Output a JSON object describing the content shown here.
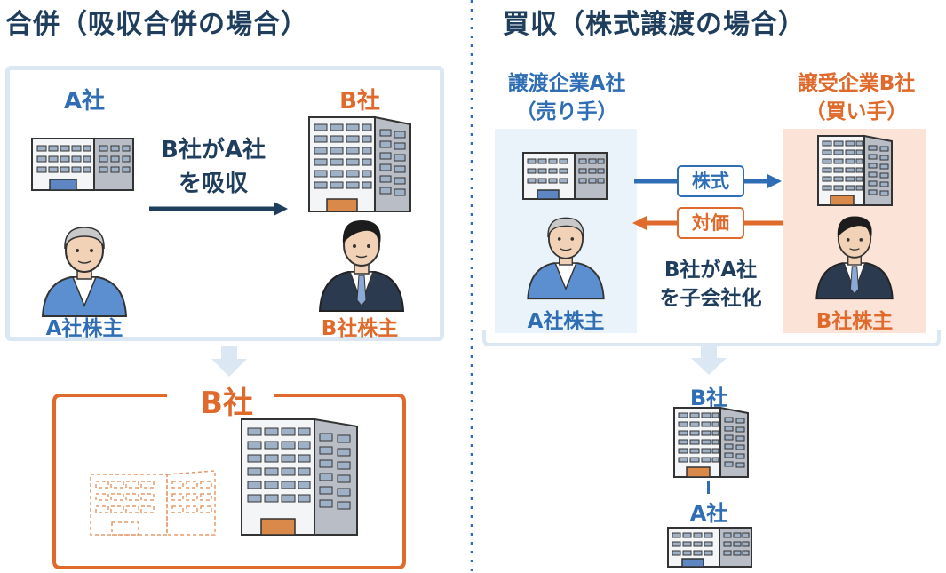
{
  "merger": {
    "title": "合併（吸収合併の場合）",
    "company_a": "A社",
    "company_b": "B社",
    "action_line1": "B社がA社",
    "action_line2": "を吸収",
    "shareholder_a": "A社株主",
    "shareholder_b": "B社株主",
    "result_company": "B社"
  },
  "acquisition": {
    "title": "買収（株式譲渡の場合）",
    "seller_line1": "譲渡企業A社",
    "seller_line2": "（売り手）",
    "buyer_line1": "譲受企業B社",
    "buyer_line2": "（買い手）",
    "arrow_shares": "株式",
    "arrow_price": "対価",
    "action_line1": "B社がA社",
    "action_line2": "を子会社化",
    "shareholder_a": "A社株主",
    "shareholder_b": "B社株主",
    "result_parent": "B社",
    "result_child": "A社"
  },
  "colors": {
    "blue": "#2f6eb5",
    "orange": "#e06a2b",
    "navy": "#1f3d5c",
    "light_blue_panel": "#eaf2fa",
    "light_orange_panel": "#fbe3d8"
  }
}
